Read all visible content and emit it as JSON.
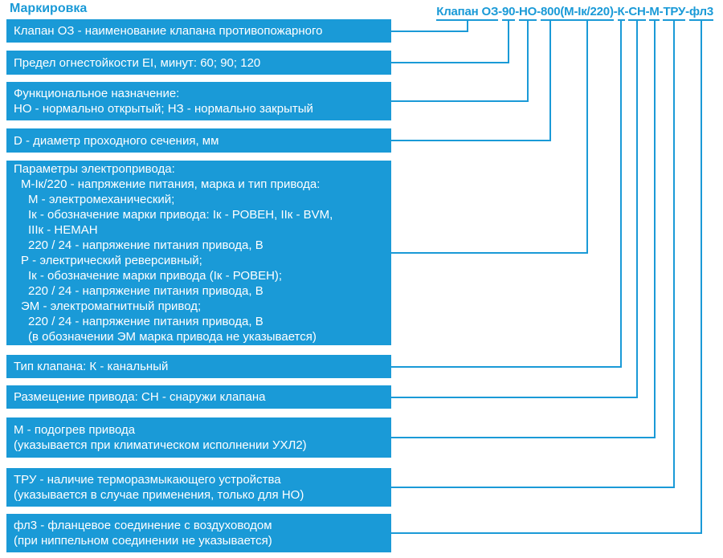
{
  "title": "Маркировка",
  "colors": {
    "primary": "#1A9AD7",
    "text_on_primary": "#ffffff"
  },
  "formula": {
    "separator": "-",
    "segments": [
      "Клапан ОЗ",
      "90",
      "НО",
      "800",
      "(М-Iк/220)",
      "К",
      "СН",
      "М",
      "ТРУ",
      "фл3"
    ]
  },
  "boxes": [
    {
      "lines": [
        "Клапан ОЗ - наименование клапана противопожарного"
      ]
    },
    {
      "lines": [
        "Предел огнестойкости EI, минут: 60; 90; 120"
      ]
    },
    {
      "lines": [
        "Функциональное назначение:",
        "НО - нормально открытый; НЗ - нормально закрытый"
      ]
    },
    {
      "lines": [
        "D - диаметр проходного сечения, мм"
      ]
    },
    {
      "lines": [
        "Параметры электропривода:",
        "М-Iк/220 - напряжение питания, марка и тип привода:",
        "М - электромеханический;",
        "Iк - обозначение марки привода: Iк - РОВЕН, IIк - BVM,",
        "IIIк - НЕМАН",
        "220 / 24 - напряжение питания привода, В",
        "Р - электрический реверсивный;",
        "Iк - обозначение марки привода (Iк - РОВЕН);",
        "220 / 24 - напряжение питания привода, В",
        "ЭМ - электромагнитный привод;",
        "220 / 24 - напряжение питания привода, В",
        "(в обозначении ЭМ марка привода не указывается)"
      ]
    },
    {
      "lines": [
        "Тип клапана: К - канальный"
      ]
    },
    {
      "lines": [
        "Размещение привода: СН - снаружи клапана"
      ]
    },
    {
      "lines": [
        "М - подогрев привода",
        "(указывается при климатическом исполнении УХЛ2)"
      ]
    },
    {
      "lines": [
        "ТРУ - наличие терморазмыкающего устройства",
        "(указывается в случае применения, только для НО)"
      ]
    },
    {
      "lines": [
        "фл3 - фланцевое соединение с воздуховодом",
        "(при ниппельном соединении не указывается)"
      ]
    }
  ]
}
